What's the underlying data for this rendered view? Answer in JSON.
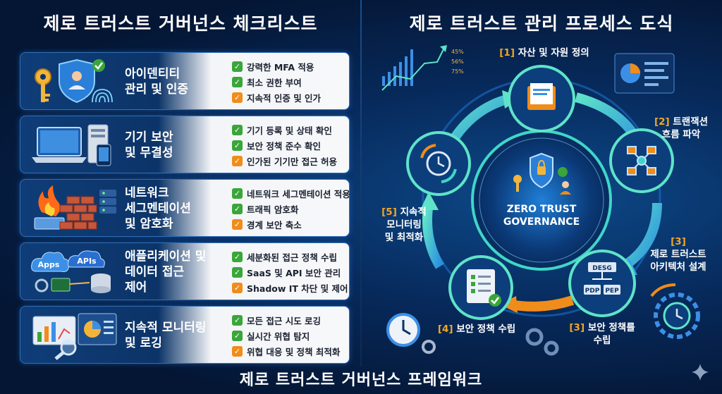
{
  "left": {
    "title": "제로 트러스트 거버넌스 체크리스트",
    "rows": [
      {
        "category": "아이덴티티\n관리 및 인증",
        "icon": "identity-icon",
        "items": [
          {
            "text": "강력한 MFA 적용",
            "check": "green"
          },
          {
            "text": "최소 권한 부여",
            "check": "green"
          },
          {
            "text": "지속적 인증 및 인가",
            "check": "orange"
          }
        ]
      },
      {
        "category": "기기 보안\n및 무결성",
        "icon": "device-icon",
        "items": [
          {
            "text": "기기 등록 및 상태 확인",
            "check": "green"
          },
          {
            "text": "보안 정책 준수 확인",
            "check": "green"
          },
          {
            "text": "인가된 기기만 접근 허용",
            "check": "orange"
          }
        ]
      },
      {
        "category": "네트워크\n세그멘테이션\n및 암호화",
        "icon": "firewall-icon",
        "items": [
          {
            "text": "네트워크 세그멘테이션 적용",
            "check": "green"
          },
          {
            "text": "트래픽 암호화",
            "check": "green"
          },
          {
            "text": "경계 보안 축소",
            "check": "orange"
          }
        ]
      },
      {
        "category": "애플리케이션 및\n데이터 접근\n제어",
        "icon": "apps-icon",
        "icon_labels": [
          "Apps",
          "APIs"
        ],
        "items": [
          {
            "text": "세분화된 접근 정책 수립",
            "check": "green"
          },
          {
            "text": "SaaS 및 API 보안 관리",
            "check": "green"
          },
          {
            "text": "Shadow IT 차단 및 제어",
            "check": "orange"
          }
        ]
      },
      {
        "category": "지속적 모니터링\n및 로깅",
        "icon": "monitoring-icon",
        "items": [
          {
            "text": "모든 접근 시도 로깅",
            "check": "green"
          },
          {
            "text": "실시간 위협 탐지",
            "check": "green"
          },
          {
            "text": "위협 대응 및 정책 최적화",
            "check": "orange"
          }
        ]
      }
    ]
  },
  "right": {
    "title": "제로 트러스트 관리 프로세스 도식",
    "center": {
      "line1": "ZERO TRUST",
      "line2": "GOVERNANCE"
    },
    "steps": [
      {
        "num": "[1]",
        "text": "자산 및 자원 정의"
      },
      {
        "num": "[2]",
        "text": "트랜잭션\n흐름 파악"
      },
      {
        "num": "[3]",
        "text": "제로 트러스트\n아키텍처 설계"
      },
      {
        "num": "[3]",
        "text": "보안 정책를\n수립"
      },
      {
        "num": "[4]",
        "text": "보안 정책 수립"
      },
      {
        "num": "[5]",
        "text": "지속적\n모니터링\n및 최적화"
      }
    ],
    "arch_labels": [
      "DESG",
      "PDP",
      "PEP"
    ],
    "chart_labels": [
      "45%",
      "56%",
      "75%"
    ]
  },
  "footer": {
    "title": "제로 트러스트 거버넌스 프레임워크"
  },
  "colors": {
    "accent_orange": "#f5a623",
    "check_green": "#3aa63a",
    "check_orange": "#f08c1a",
    "ring_teal": "#3fd6c8"
  }
}
